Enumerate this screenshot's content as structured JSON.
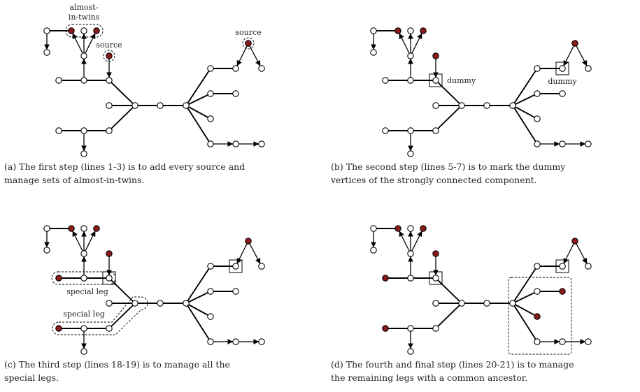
{
  "panels": [
    {
      "caption_lines": [
        "(a) The first step (lines 1-3) is to add every source and",
        "manage sets of almost-in-twins."
      ],
      "labels": [
        "almost-",
        "in-twins",
        "source",
        "source"
      ]
    },
    {
      "caption_lines": [
        "(b) The second step (lines 5-7) is to mark the dummy",
        "vertices of the strongly connected component."
      ],
      "labels": [
        "dummy",
        "dummy"
      ]
    },
    {
      "caption_lines": [
        "(c) The third step (lines 18-19) is to manage all the",
        "special legs."
      ],
      "labels": [
        "special leg",
        "special leg"
      ]
    },
    {
      "caption_lines": [
        "(d) The fourth and final step (lines 20-21) is to manage",
        "the remaining legs with a common ancestor."
      ],
      "labels": []
    }
  ],
  "colors": {
    "marked_vertex": "#8b1a1a",
    "edge": "#000000",
    "vertex_fill": "#ffffff"
  }
}
